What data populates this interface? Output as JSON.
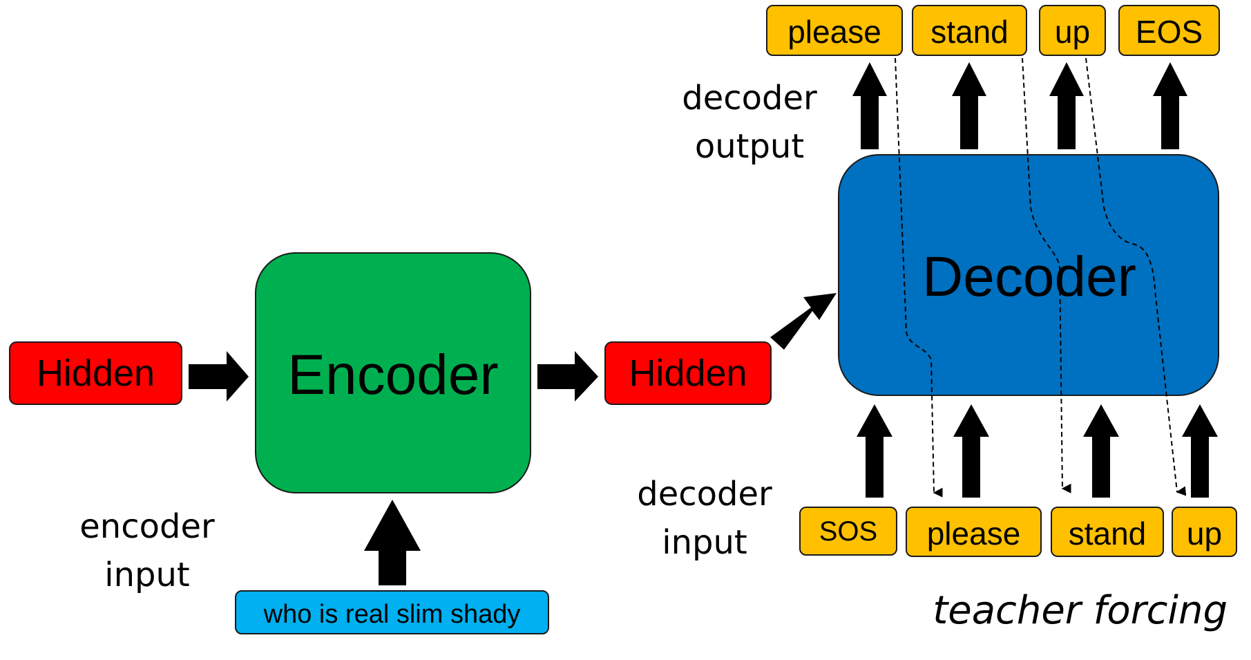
{
  "colors": {
    "hidden": "#ff0000",
    "encoder": "#00b050",
    "decoder": "#0070c0",
    "token": "#ffc000",
    "input_box": "#00b0f0",
    "arrow": "#000000"
  },
  "hidden_in": {
    "label": "Hidden"
  },
  "hidden_out": {
    "label": "Hidden"
  },
  "encoder": {
    "label": "Encoder"
  },
  "decoder": {
    "label": "Decoder"
  },
  "encoder_input": {
    "caption_line1": "encoder",
    "caption_line2": "input",
    "text": "who is real slim shady"
  },
  "decoder_output": {
    "caption_line1": "decoder",
    "caption_line2": "output",
    "tokens": [
      "please",
      "stand",
      "up",
      "EOS"
    ]
  },
  "decoder_input": {
    "caption_line1": "decoder",
    "caption_line2": "input",
    "tokens": [
      "SOS",
      "please",
      "stand",
      "up"
    ]
  },
  "note": "teacher forcing"
}
